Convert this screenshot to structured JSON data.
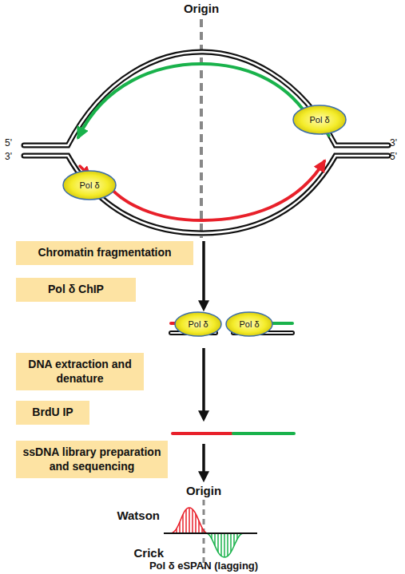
{
  "diagram": {
    "nodes": [
      {
        "text": [
          "Pol δ"
        ]
      },
      {
        "text": [
          "Pol δ"
        ]
      },
      {
        "text": [
          "Chromatin fragmentation"
        ]
      },
      {
        "text": [
          "Pol δ ChIP"
        ]
      },
      {
        "text": [
          "Pol δ"
        ]
      },
      {
        "text": [
          "Pol δ"
        ]
      },
      {
        "text": [
          "DNA extraction and denature"
        ]
      },
      {
        "text": [
          "BrdU IP"
        ]
      },
      {
        "text": [
          "ssDNA library preparation and sequencing"
        ]
      }
    ],
    "labels": [
      "Origin",
      "5'",
      "3'",
      "3'",
      "5'",
      "Origin",
      "Watson",
      "Crick",
      "Pol δ eSPAN (lagging)"
    ]
  }
}
